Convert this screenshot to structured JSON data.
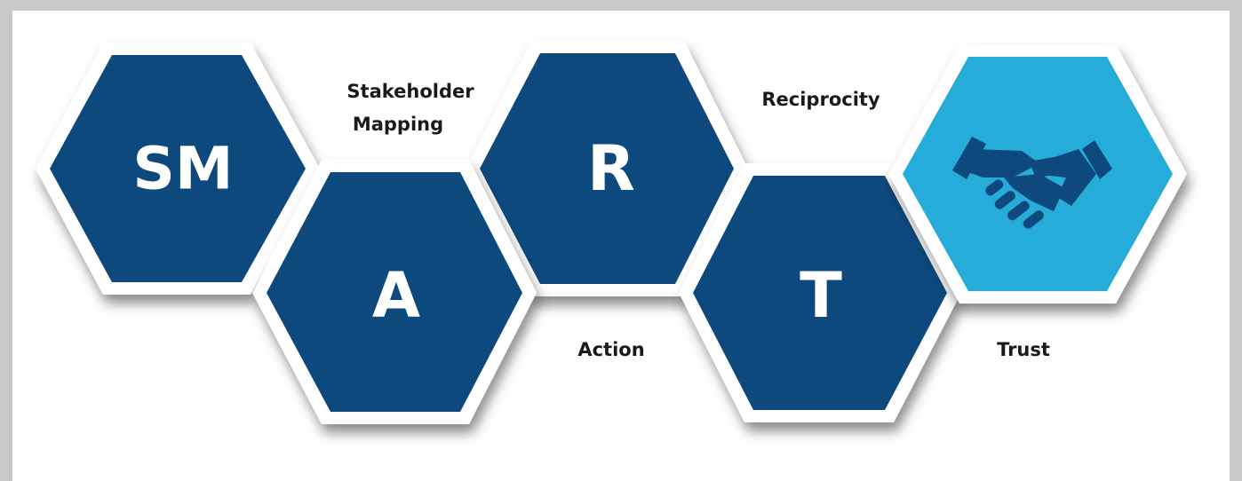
{
  "hexagons": {
    "sm": {
      "letter": "SM"
    },
    "a": {
      "letter": "A"
    },
    "r": {
      "letter": "R"
    },
    "t": {
      "letter": "T"
    },
    "trust_icon": {
      "icon": "handshake-icon"
    }
  },
  "captions": {
    "stakeholder_line1": "Stakeholder",
    "stakeholder_line2": "Mapping",
    "reciprocity": "Reciprocity",
    "action": "Action",
    "trust": "Trust"
  },
  "colors": {
    "dark_hex": "#0f4a7c",
    "light_hex": "#27acd9",
    "border": "#ffffff",
    "background": "#c8c8c8"
  }
}
